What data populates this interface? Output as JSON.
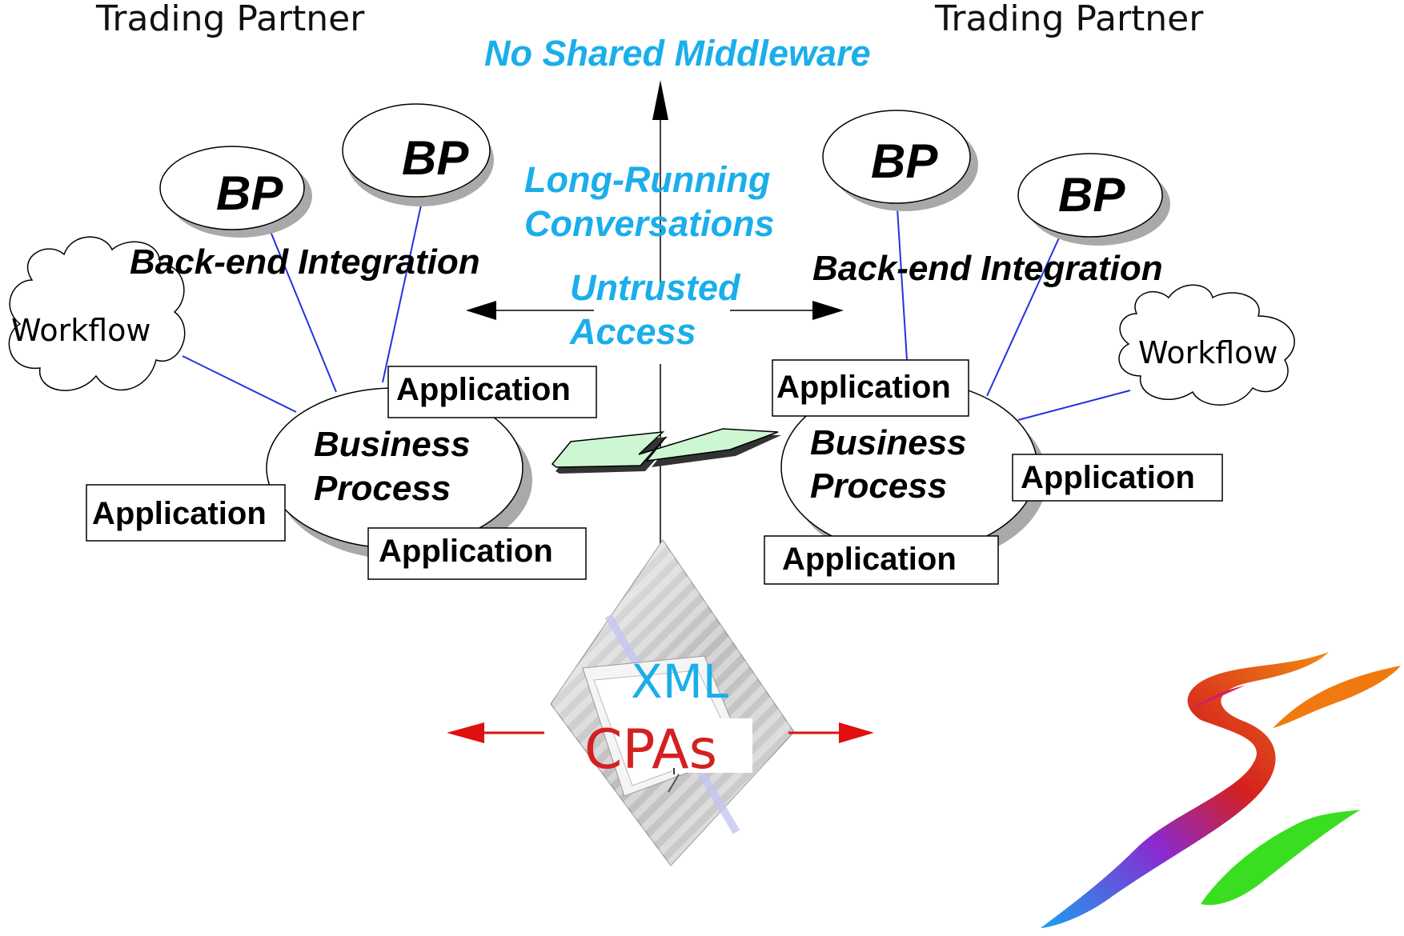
{
  "left_partner": {
    "title": "Trading Partner",
    "bp_top": "BP",
    "bp_left": "BP",
    "backend": "Back-end Integration",
    "workflow": "Workflow",
    "process_line1": "Business",
    "process_line2": "Process",
    "app_top": "Application",
    "app_left": "Application",
    "app_bottom": "Application"
  },
  "right_partner": {
    "title": "Trading Partner",
    "bp_left": "BP",
    "bp_right": "BP",
    "backend": "Back-end Integration",
    "workflow": "Workflow",
    "process_line1": "Business",
    "process_line2": "Process",
    "app_top": "Application",
    "app_right": "Application",
    "app_bottom": "Application"
  },
  "center": {
    "no_shared": "No Shared Middleware",
    "long_running_1": "Long-Running",
    "long_running_2": "Conversations",
    "untrusted_1": "Untrusted",
    "untrusted_2": "Access",
    "xml": "XML",
    "cpas": "CPAs"
  },
  "colors": {
    "accent_blue": "#1aaeea",
    "connector_blue": "#2233dd",
    "arrow_red": "#e01010",
    "bolt_green": "#ccf7d2"
  }
}
